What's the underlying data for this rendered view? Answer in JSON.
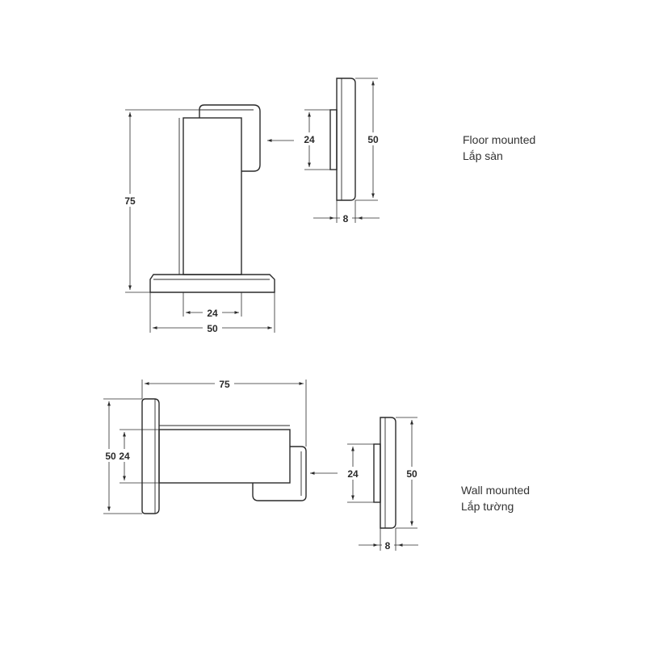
{
  "floor": {
    "label_en": "Floor mounted",
    "label_vi": "Lắp sàn",
    "dim_height": "75",
    "dim_base_width": "50",
    "dim_post_width": "24",
    "side_dim_height": "50",
    "side_dim_inner": "24",
    "side_dim_thickness": "8"
  },
  "wall": {
    "label_en": "Wall mounted",
    "label_vi": "Lắp tường",
    "dim_length": "75",
    "dim_plate_height": "50",
    "dim_post_height": "24",
    "side_dim_height": "50",
    "side_dim_inner": "24",
    "side_dim_thickness": "8"
  },
  "colors": {
    "line": "#2a2a2a",
    "text": "#333333",
    "background": "#ffffff"
  }
}
